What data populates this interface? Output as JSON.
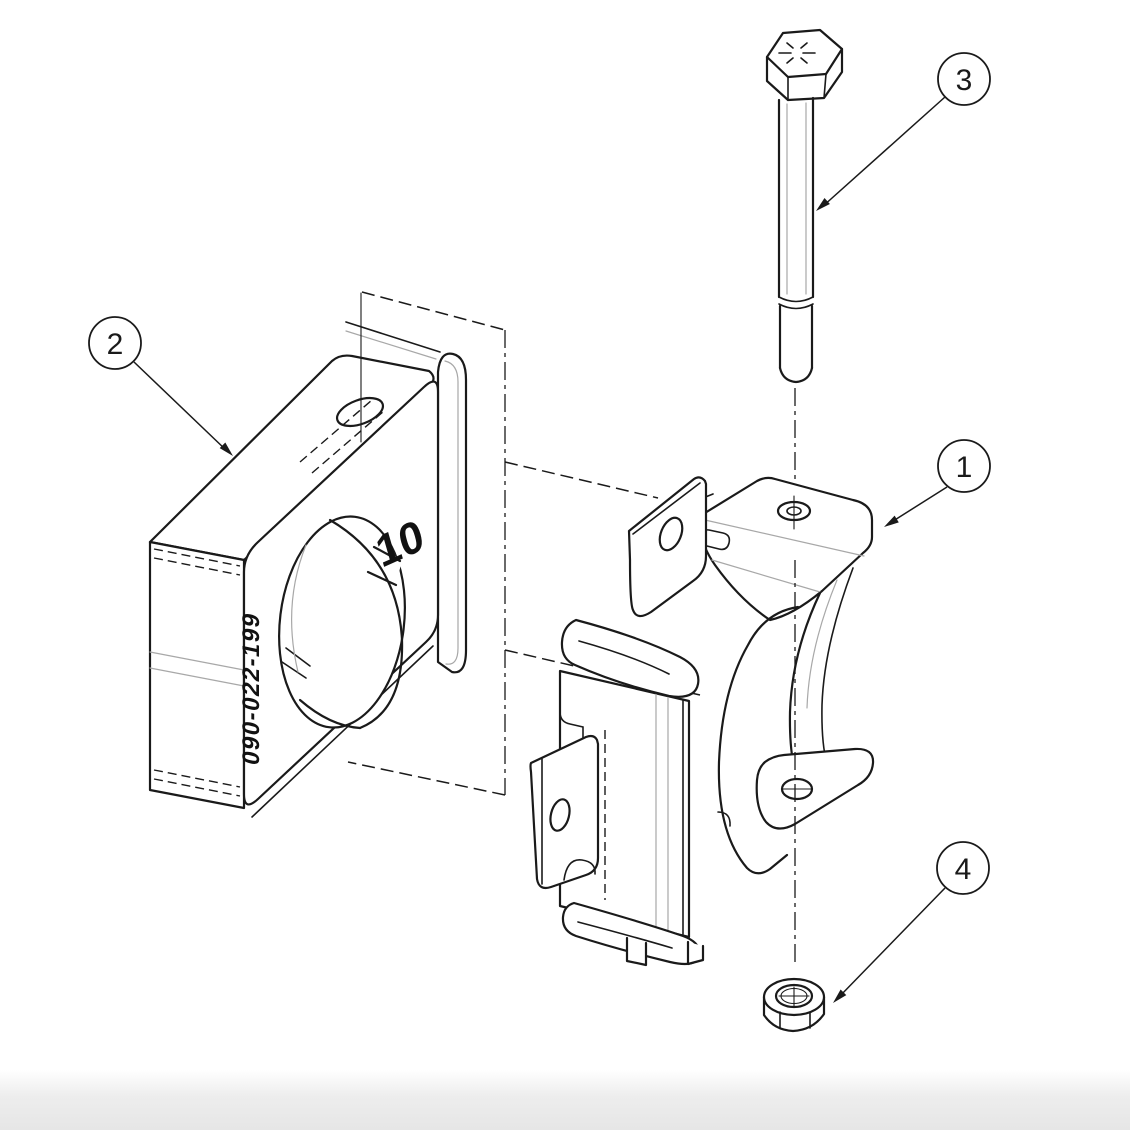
{
  "callouts": [
    {
      "id": "1",
      "label": "1"
    },
    {
      "id": "2",
      "label": "2"
    },
    {
      "id": "3",
      "label": "3"
    },
    {
      "id": "4",
      "label": "4"
    }
  ],
  "markings": {
    "part_number": "090-022-199",
    "size_label": "10"
  },
  "colors": {
    "line": "#1a1a1a",
    "background": "#ffffff",
    "tangent_line": "#a8a8a8",
    "footer_band": "#e6e6e6"
  }
}
